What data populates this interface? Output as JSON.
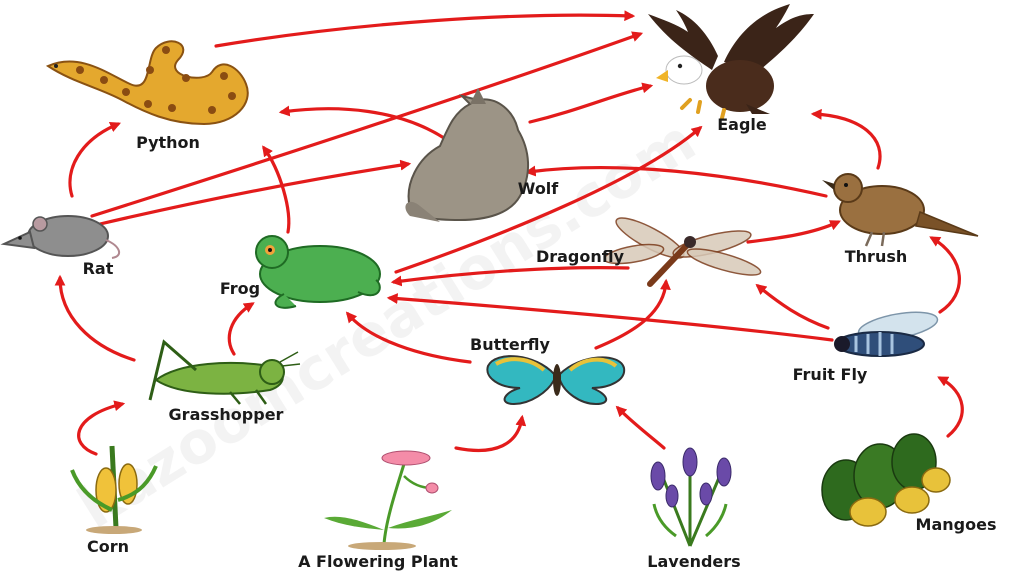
{
  "diagram": {
    "watermark": "kazoomcreations.com",
    "colors": {
      "arrow": "#e31b1b",
      "label": "#1a1a1a"
    },
    "organisms": [
      {
        "id": "eagle",
        "label": "Eagle"
      },
      {
        "id": "python",
        "label": "Python"
      },
      {
        "id": "wolf",
        "label": "Wolf"
      },
      {
        "id": "rat",
        "label": "Rat"
      },
      {
        "id": "frog",
        "label": "Frog"
      },
      {
        "id": "dragonfly",
        "label": "Dragonfly"
      },
      {
        "id": "thrush",
        "label": "Thrush"
      },
      {
        "id": "grasshopper",
        "label": "Grasshopper"
      },
      {
        "id": "butterfly",
        "label": "Butterfly"
      },
      {
        "id": "fruitfly",
        "label": "Fruit Fly"
      },
      {
        "id": "corn",
        "label": "Corn"
      },
      {
        "id": "flowering_plant",
        "label": "A Flowering Plant"
      },
      {
        "id": "lavenders",
        "label": "Lavenders"
      },
      {
        "id": "mangoes",
        "label": "Mangoes"
      }
    ],
    "edges": [
      {
        "from": "python",
        "to": "eagle"
      },
      {
        "from": "rat",
        "to": "eagle"
      },
      {
        "from": "wolf",
        "to": "eagle"
      },
      {
        "from": "frog",
        "to": "eagle"
      },
      {
        "from": "thrush",
        "to": "eagle"
      },
      {
        "from": "wolf",
        "to": "python"
      },
      {
        "from": "rat",
        "to": "python"
      },
      {
        "from": "frog",
        "to": "python"
      },
      {
        "from": "rat",
        "to": "wolf"
      },
      {
        "from": "thrush",
        "to": "wolf"
      },
      {
        "from": "grasshopper",
        "to": "rat"
      },
      {
        "from": "grasshopper",
        "to": "frog"
      },
      {
        "from": "dragonfly",
        "to": "frog"
      },
      {
        "from": "fruitfly",
        "to": "frog"
      },
      {
        "from": "butterfly",
        "to": "frog"
      },
      {
        "from": "dragonfly",
        "to": "thrush"
      },
      {
        "from": "fruitfly",
        "to": "thrush"
      },
      {
        "from": "fruitfly",
        "to": "dragonfly"
      },
      {
        "from": "butterfly",
        "to": "dragonfly"
      },
      {
        "from": "corn",
        "to": "grasshopper"
      },
      {
        "from": "flowering_plant",
        "to": "butterfly"
      },
      {
        "from": "lavenders",
        "to": "butterfly"
      },
      {
        "from": "mangoes",
        "to": "fruitfly"
      }
    ]
  }
}
